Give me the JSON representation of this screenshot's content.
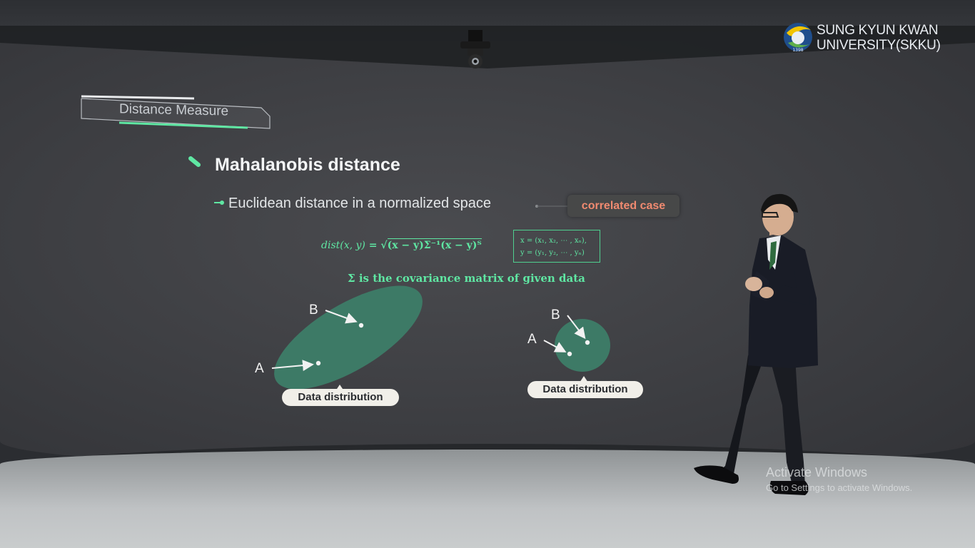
{
  "logo": {
    "line1": "SUNG KYUN KWAN",
    "line2": "UNIVERSITY(SKKU)",
    "year": "1398",
    "accent_color": "#f2c400"
  },
  "slide": {
    "section_tag": "Distance Measure",
    "title": "Mahalanobis distance",
    "subtitle": "Euclidean distance in a normalized space",
    "badge": "correlated case",
    "formula": {
      "lhs": "dist(x, y)",
      "equals": " = ",
      "rhs": "(x − y)Σ⁻¹(x − y)ᵀ"
    },
    "definitions": {
      "x_def": "x = (x₁, x₂, ⋯ , xₙ),",
      "y_def": "y = (y₁, y₂, ⋯ , yₙ)"
    },
    "sigma_note": "Σ is the covariance matrix of given data",
    "accent_color": "#5fe7a3",
    "badge_text_color": "#f08a70",
    "distribution_color": "#3d7a66"
  },
  "diagrams": {
    "correlated": {
      "label": "Data distribution",
      "point_a": "A",
      "point_b": "B"
    },
    "isotropic": {
      "label": "Data distribution",
      "point_a": "A",
      "point_b": "B"
    }
  },
  "watermark": {
    "title": "Activate Windows",
    "subtitle": "Go to Settings to activate Windows."
  }
}
